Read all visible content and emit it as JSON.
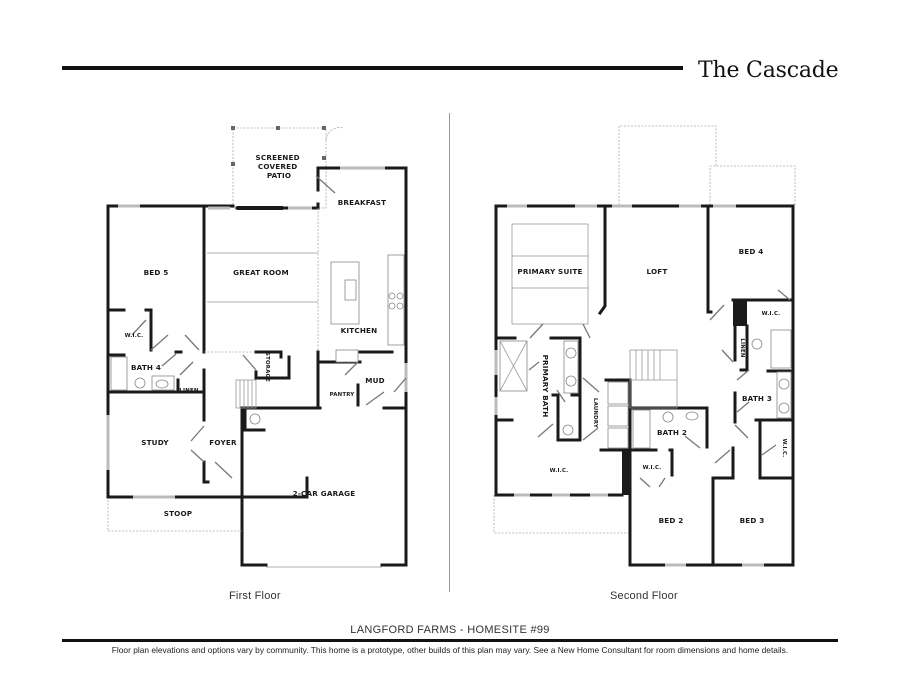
{
  "header": {
    "title": "The Cascade"
  },
  "floors": [
    {
      "label": "First Floor",
      "rooms": [
        {
          "name": "SCREENED COVERED PATIO",
          "lines": [
            "SCREENED",
            "COVERED",
            "PATIO"
          ]
        },
        {
          "name": "BREAKFAST"
        },
        {
          "name": "BED 5"
        },
        {
          "name": "GREAT ROOM"
        },
        {
          "name": "KITCHEN"
        },
        {
          "name": "W.I.C."
        },
        {
          "name": "BATH 4"
        },
        {
          "name": "LINEN"
        },
        {
          "name": "STORAGE"
        },
        {
          "name": "PANTRY"
        },
        {
          "name": "MUD"
        },
        {
          "name": "STUDY"
        },
        {
          "name": "FOYER"
        },
        {
          "name": "2-CAR GARAGE"
        },
        {
          "name": "STOOP"
        }
      ]
    },
    {
      "label": "Second Floor",
      "rooms": [
        {
          "name": "PRIMARY SUITE"
        },
        {
          "name": "LOFT"
        },
        {
          "name": "BED 4"
        },
        {
          "name": "W.I.C."
        },
        {
          "name": "LINEN"
        },
        {
          "name": "PRIMARY BATH"
        },
        {
          "name": "LAUNDRY"
        },
        {
          "name": "BATH 3"
        },
        {
          "name": "BATH 2"
        },
        {
          "name": "W.I.C."
        },
        {
          "name": "W.I.C."
        },
        {
          "name": "W.I.C."
        },
        {
          "name": "BED 2"
        },
        {
          "name": "BED 3"
        }
      ]
    }
  ],
  "footer": {
    "community": "LANGFORD FARMS - HOMESITE #99",
    "disclaimer": "Floor plan elevations and options vary by community. This home is a prototype, other builds of this plan may vary. See a New Home Consultant for room dimensions and home details."
  },
  "colors": {
    "wall": "#1a1a1a",
    "rule": "#111111",
    "divider": "#999999"
  }
}
